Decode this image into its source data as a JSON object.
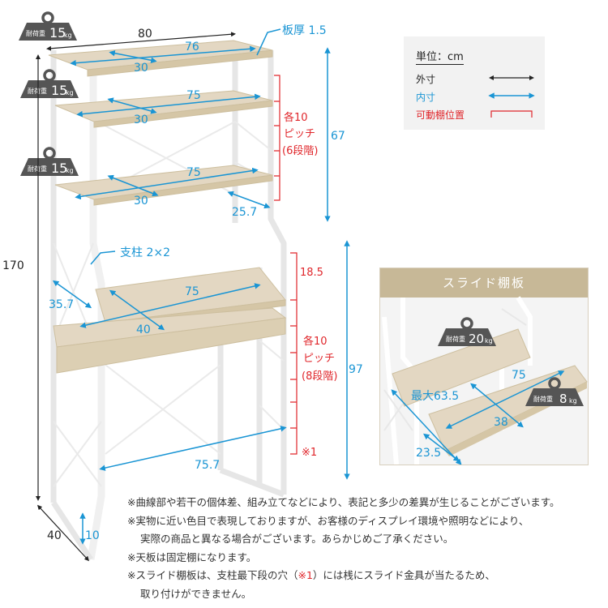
{
  "colors": {
    "outer_dimension": "#222222",
    "inner_dimension": "#1a95d4",
    "movable_shelf": "#e0262b",
    "weight_badge": "#555555",
    "inset_header": "#c7b897",
    "shelf_wood": "#e3d7c2"
  },
  "weights": {
    "prefix": "耐荷重",
    "unit": "kg",
    "top": "15",
    "shelf2": "15",
    "shelf3": "15",
    "slide_desk": "20",
    "slide_tray": "8"
  },
  "dimensions": {
    "outer_width": "80",
    "outer_height": "170",
    "outer_depth": "40",
    "board_thickness": "板厚 1.5",
    "top_inner_width": "76",
    "top_inner_depth": "30",
    "shelf2_width": "75",
    "shelf2_depth": "30",
    "shelf3_width": "75",
    "shelf3_depth": "30",
    "upper_side_depth": "25.7",
    "upper_height": "67",
    "post": "支柱 2×2",
    "desk_width": "75",
    "desk_depth": "40",
    "lower_side_depth": "35.7",
    "lower_height": "97",
    "bottom_width": "75.7",
    "foot_clearance": "10",
    "upper_pitch": [
      "各10",
      "ピッチ",
      "(6段階)"
    ],
    "lower_top_gap": "18.5",
    "lower_pitch": [
      "各10",
      "ピッチ",
      "(8段階)"
    ],
    "note_mark": "※1"
  },
  "legend": {
    "unit": "単位：cm",
    "outer": "外寸",
    "inner": "内寸",
    "movable": "可動棚位置"
  },
  "slide_inset": {
    "title": "スライド棚板",
    "width": "75",
    "max_depth": "最大63.5",
    "tray_depth": "38",
    "side": "23.5"
  },
  "notes": [
    "※曲線部や若干の個体差、組み立てなどにより、表記と多少の差異が生じることがございます。",
    "※実物に近い色目で表現しておりますが、お客様のディスプレイ環境や照明などにより、",
    "実際の商品と異なる場合がございます。あらかじめご了承ください。",
    "※天板は固定棚になります。",
    "※スライド棚板は、支柱最下段の穴（",
    "※1",
    "）には桟にスライド金具が当たるため、",
    "取り付けができません。"
  ]
}
